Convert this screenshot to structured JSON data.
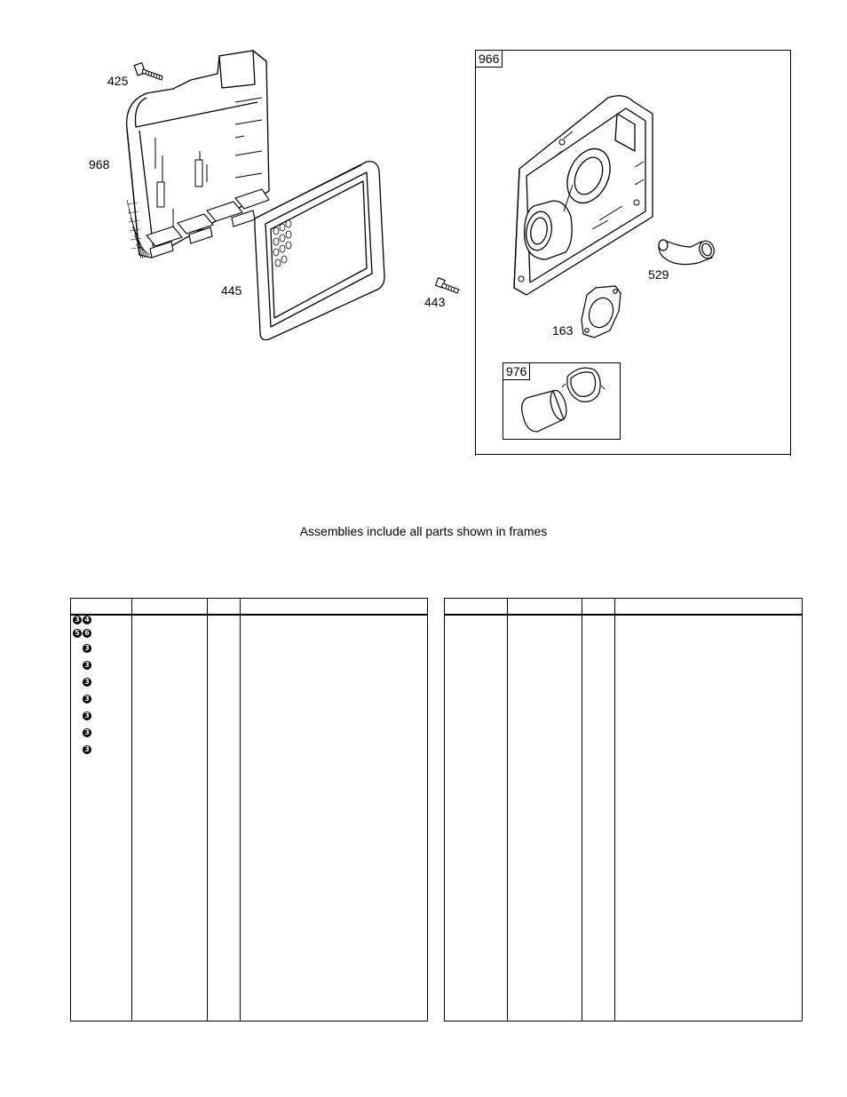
{
  "callouts": {
    "c425": "425",
    "c968": "968",
    "c445": "445",
    "c443": "443",
    "c966": "966",
    "c529": "529",
    "c163": "163",
    "c976": "976"
  },
  "caption": "Assemblies include all parts shown in frames",
  "left_table": {
    "markers": [
      [
        "3",
        "4"
      ],
      [
        "5",
        "6"
      ],
      [
        "3"
      ],
      [
        "3"
      ],
      [
        "3"
      ],
      [
        "3"
      ],
      [
        "3"
      ],
      [
        "3"
      ],
      [
        "3"
      ]
    ]
  }
}
